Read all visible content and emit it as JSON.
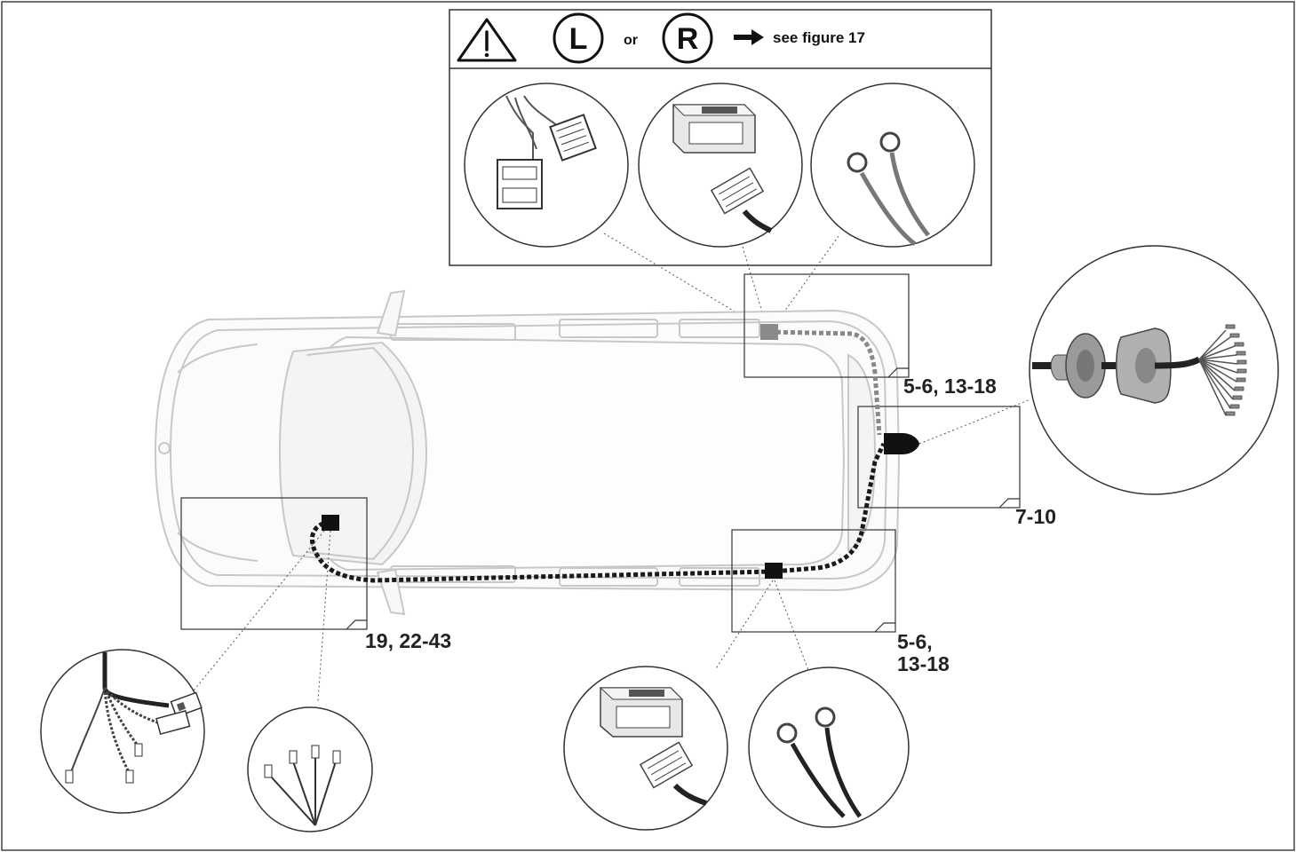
{
  "header": {
    "warning_icon": "warning-triangle-icon",
    "left_letter": "L",
    "or_text": "or",
    "right_letter": "R",
    "arrow_icon": "arrow-right-icon",
    "see_text": "see figure 17"
  },
  "callouts": {
    "top_right": "5-6, 13-18",
    "socket": "7-10",
    "bottom_right_line1": "5-6,",
    "bottom_right_line2": "13-18",
    "bottom_left": "19, 22-43"
  },
  "colors": {
    "outline": "#222222",
    "car_outline": "#c8c8c8",
    "wire_dark": "#1a1a1a",
    "wire_gray": "#888888",
    "module_gray": "#8a8a8a"
  }
}
